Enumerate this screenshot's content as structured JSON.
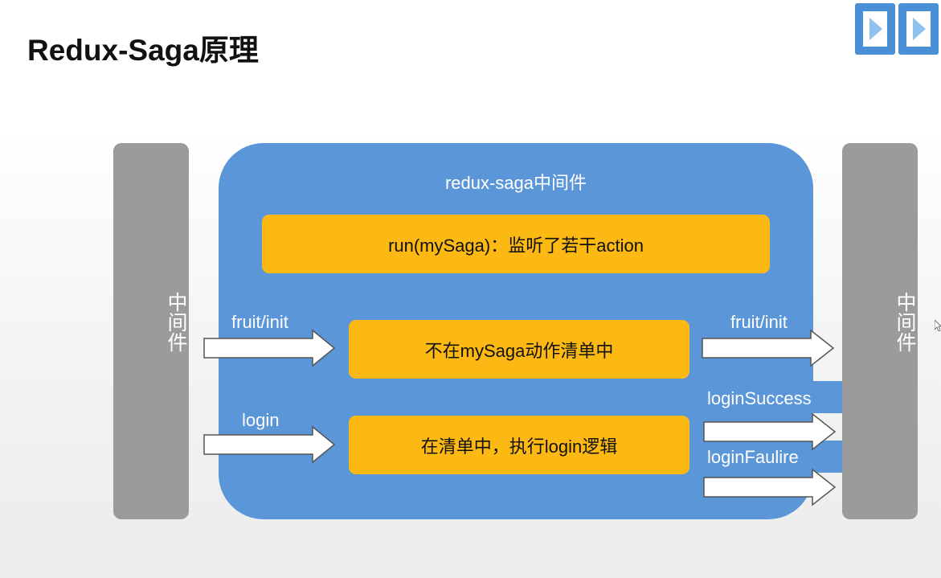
{
  "title": "Redux-Saga原理",
  "left_pillar": {
    "label": "中间件"
  },
  "right_pillar": {
    "label": "中间件"
  },
  "saga": {
    "label": "redux-saga中间件",
    "run_box": "run(mySaga)：监听了若干action",
    "not_in_list_box": "不在mySaga动作清单中",
    "in_list_box": "在清单中，执行login逻辑"
  },
  "labels": {
    "in_fruit": "fruit/init",
    "in_login": "login",
    "out_fruit": "fruit/init",
    "out_success": "loginSuccess",
    "out_failure": "loginFaulire"
  },
  "colors": {
    "saga_blue": "#5b96d8",
    "box_orange": "#fdb913",
    "pillar_gray": "#9b9b9b",
    "arrow_fill": "#ffffff",
    "arrow_stroke": "#555555"
  }
}
